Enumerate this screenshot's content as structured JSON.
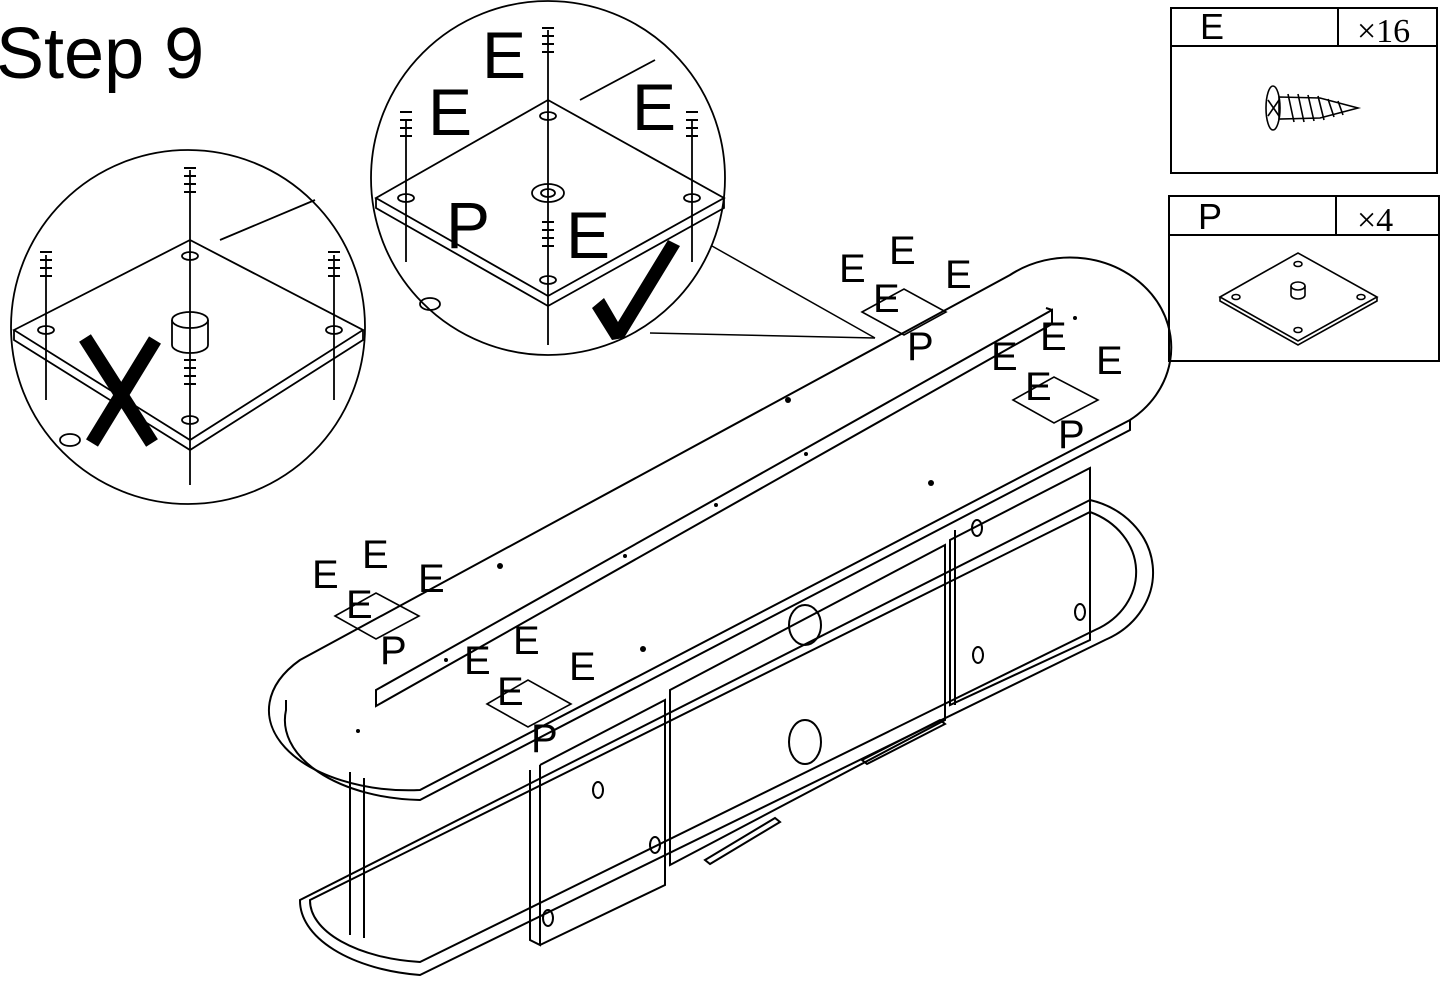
{
  "title": "Step 9",
  "parts": [
    {
      "letter": "E",
      "qty": "×16",
      "icon": "wood-screw-icon"
    },
    {
      "letter": "P",
      "qty": "×4",
      "icon": "mounting-plate-icon"
    }
  ],
  "detail_correct": {
    "labels": {
      "e_top": "E",
      "e_left": "E",
      "e_right": "E",
      "e_center": "E",
      "p": "P"
    },
    "mark": "check-mark-icon"
  },
  "detail_wrong": {
    "mark": "cross-mark-icon"
  },
  "callout": {
    "e": "E",
    "p": "P"
  },
  "colors": {
    "line": "#000000",
    "background": "#ffffff"
  }
}
